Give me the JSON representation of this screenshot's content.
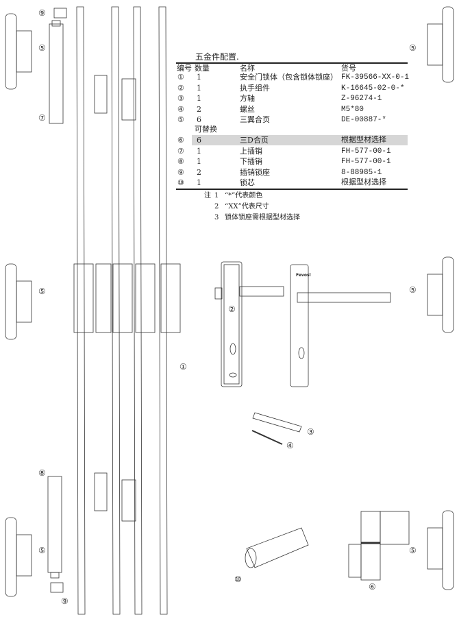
{
  "table": {
    "title": "五金件配置.",
    "headers": {
      "no": "编号",
      "qty": "数量",
      "name": "名称",
      "code": "货号"
    },
    "rows": [
      {
        "no": "①",
        "qty": "1",
        "name": "安全门锁体（包含锁体锁座）",
        "code": "FK-39566-XX-0-1"
      },
      {
        "no": "②",
        "qty": "1",
        "name": "执手组件",
        "code": "K-16645-02-0-*"
      },
      {
        "no": "③",
        "qty": "1",
        "name": "方轴",
        "code": "Z-96274-1"
      },
      {
        "no": "④",
        "qty": "2",
        "name": "螺丝",
        "code": "M5*80"
      },
      {
        "no": "⑤",
        "qty": "6",
        "name": "三翼合页",
        "code": "DE-00887-*"
      }
    ],
    "replaceable_label": "可替换",
    "rows2": [
      {
        "no": "⑥",
        "qty": "6",
        "name": "三D合页",
        "code": "根据型材选择"
      },
      {
        "no": "⑦",
        "qty": "1",
        "name": "上插销",
        "code": "FH-577-00-1"
      },
      {
        "no": "⑧",
        "qty": "1",
        "name": "下插销",
        "code": "FH-577-00-1"
      },
      {
        "no": "⑨",
        "qty": "2",
        "name": "插销锁座",
        "code": "8-88985-1"
      },
      {
        "no": "⑩",
        "qty": "1",
        "name": "锁芯",
        "code": "根据型材选择"
      }
    ],
    "notes_prefix": "注",
    "notes": [
      {
        "n": "1",
        "text": "“*”代表颜色"
      },
      {
        "n": "2",
        "text": "“XX”代表尺寸"
      },
      {
        "n": "3",
        "text": "锁体锁座需根据型材选择"
      }
    ]
  },
  "handle_brand": "Fevosl",
  "callouts": {
    "c9a": "⑨",
    "c5a": "⑤",
    "c7": "⑦",
    "c5b": "⑤",
    "c8": "⑧",
    "c5c": "⑤",
    "c9b": "⑨",
    "c1": "①",
    "c2": "②",
    "c3": "③",
    "c4": "④",
    "c10": "⑩",
    "c6": "⑥",
    "c5r1": "⑤",
    "c5r2": "⑤",
    "c5r3": "⑤"
  }
}
